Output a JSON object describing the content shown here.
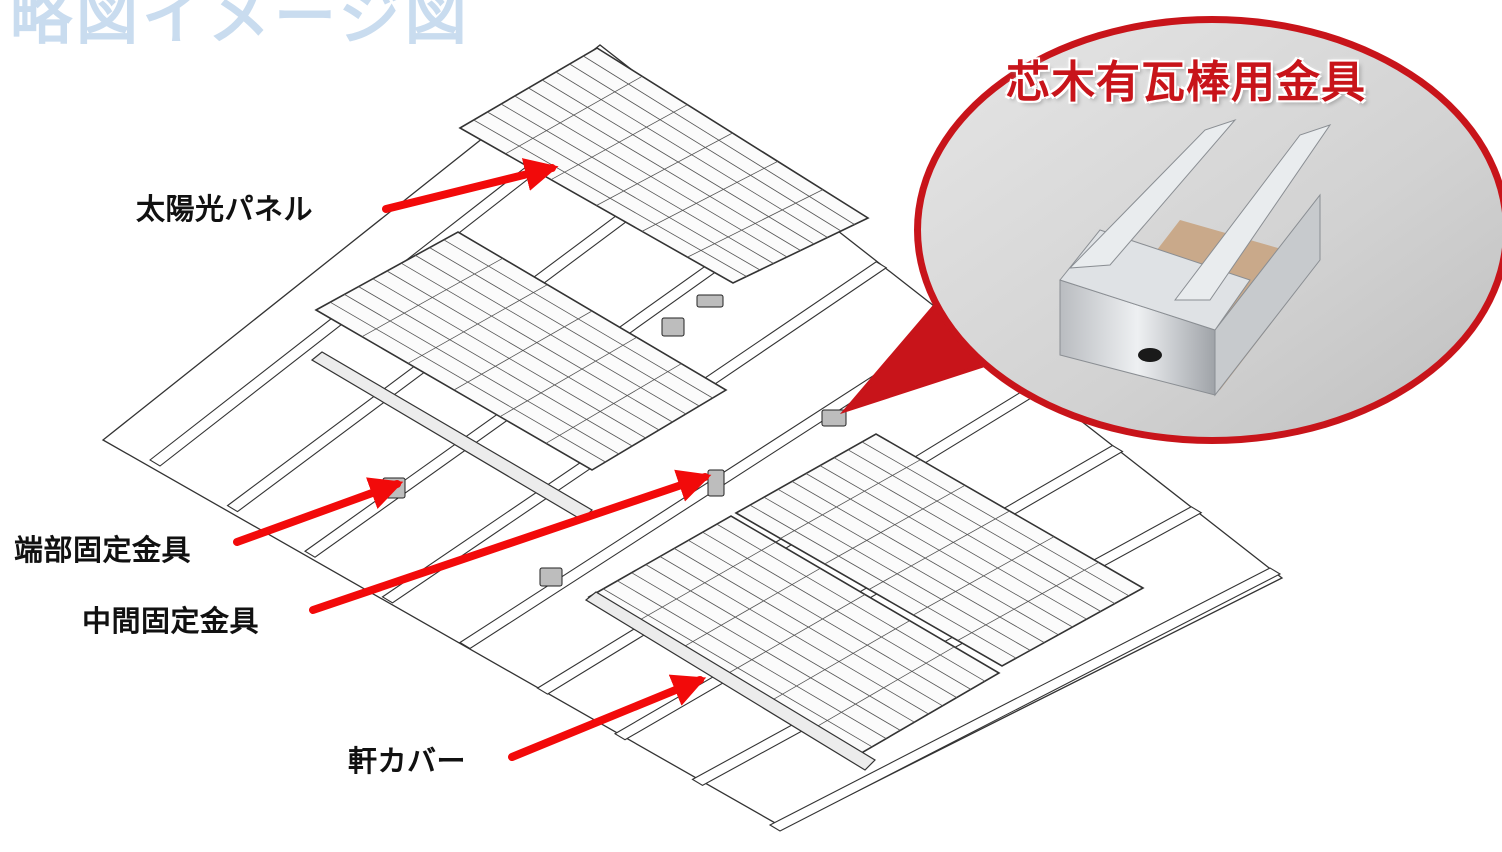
{
  "header_fragment": "略図イメージ図",
  "callout": {
    "title": "芯木有瓦棒用金具",
    "fill_color": "#c8141a"
  },
  "labels": {
    "panel": "太陽光パネル",
    "end_clamp": "端部固定金具",
    "mid_clamp": "中間固定金具",
    "eave_cover": "軒カバー"
  },
  "colors": {
    "arrow": "#f20a0a",
    "line": "#333333",
    "photo_bg": "#d4d4d4"
  }
}
